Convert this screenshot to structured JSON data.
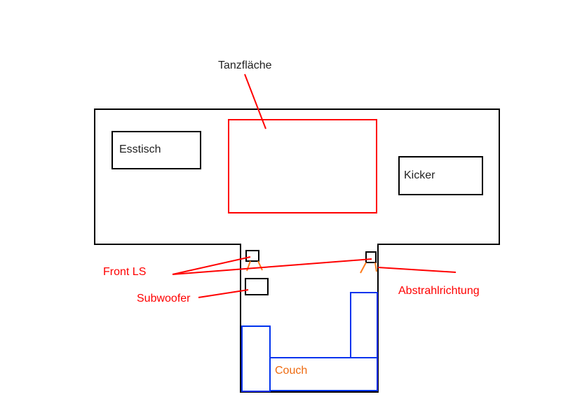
{
  "diagram": {
    "type": "floor-plan",
    "labels": {
      "dance_floor": "Tanzfläche",
      "dining_table": "Esstisch",
      "foosball": "Kicker",
      "front_speakers": "Front LS",
      "subwoofer": "Subwoofer",
      "radiation_direction": "Abstrahlrichtung",
      "couch": "Couch"
    },
    "colors": {
      "walls": "#000000",
      "annotation": "#ff0000",
      "couch": "#0033ee",
      "couch_label": "#ee6a10",
      "direction": "#ff7a1a",
      "text": "#222222"
    }
  }
}
